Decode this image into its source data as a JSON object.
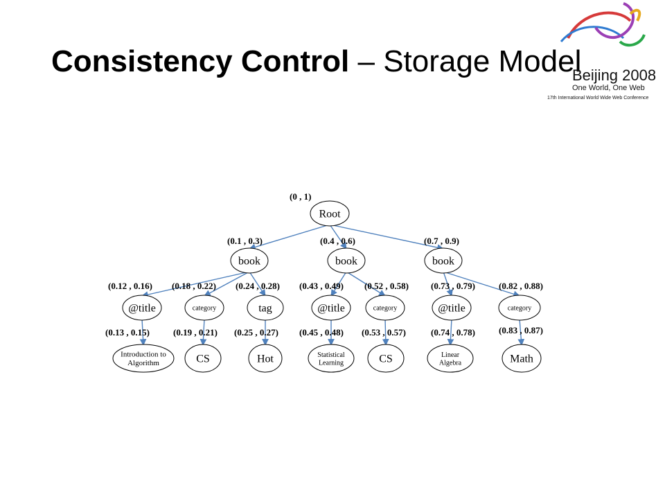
{
  "title": {
    "main": "Consistency Control",
    "sub": " – Storage Model"
  },
  "logo": {
    "city": "Beijing 2008",
    "tagline": "One World, One Web",
    "conference": "17th International World Wide Web Conference"
  },
  "tree": {
    "nodes": [
      {
        "id": "root",
        "label": "Root",
        "range": "(0 ,  1)"
      },
      {
        "id": "book1",
        "label": "book",
        "range": "(0.1  ,  0.3)"
      },
      {
        "id": "book2",
        "label": "book",
        "range": "(0.4  ,  0.6)"
      },
      {
        "id": "book3",
        "label": "book",
        "range": "(0.7  ,  0.9)"
      },
      {
        "id": "title1",
        "label": "@title",
        "range": "(0.12  ,  0.16)"
      },
      {
        "id": "cat1",
        "label": "category",
        "range": "(0.18  ,  0.22)"
      },
      {
        "id": "tag1",
        "label": "tag",
        "range": "(0.24  ,  0.28)"
      },
      {
        "id": "title2",
        "label": "@title",
        "range": "(0.43  ,  0.49)"
      },
      {
        "id": "cat2",
        "label": "category",
        "range": "(0.52  ,  0.58)"
      },
      {
        "id": "title3",
        "label": "@title",
        "range": "(0.73  ,  0.79)"
      },
      {
        "id": "cat3",
        "label": "category",
        "range": "(0.82  ,  0.88)"
      },
      {
        "id": "leaf1",
        "label": "Introduction to\nAlgorithm",
        "range": "(0.13  ,  0.15)"
      },
      {
        "id": "leaf2",
        "label": "CS",
        "range": "(0.19  ,  0.21)"
      },
      {
        "id": "leaf3",
        "label": "Hot",
        "range": "(0.25  ,  0.27)"
      },
      {
        "id": "leaf4",
        "label": "Statistical\nLearning",
        "range": "(0.45  ,  0.48)"
      },
      {
        "id": "leaf5",
        "label": "CS",
        "range": "(0.53  ,  0.57)"
      },
      {
        "id": "leaf6",
        "label": "Linear\nAlgebra",
        "range": "(0.74  ,  0.78)"
      },
      {
        "id": "leaf7",
        "label": "Math",
        "range": "(0.83  ,  0.87)"
      }
    ],
    "edges": [
      [
        "root",
        "book1"
      ],
      [
        "root",
        "book2"
      ],
      [
        "root",
        "book3"
      ],
      [
        "book1",
        "title1"
      ],
      [
        "book1",
        "cat1"
      ],
      [
        "book1",
        "tag1"
      ],
      [
        "book2",
        "title2"
      ],
      [
        "book2",
        "cat2"
      ],
      [
        "book3",
        "title3"
      ],
      [
        "book3",
        "cat3"
      ],
      [
        "title1",
        "leaf1"
      ],
      [
        "cat1",
        "leaf2"
      ],
      [
        "tag1",
        "leaf3"
      ],
      [
        "title2",
        "leaf4"
      ],
      [
        "cat2",
        "leaf5"
      ],
      [
        "title3",
        "leaf6"
      ],
      [
        "cat3",
        "leaf7"
      ]
    ],
    "colors": {
      "edge": "#4f81bd",
      "node_stroke": "#000000",
      "node_fill": "#ffffff"
    }
  }
}
